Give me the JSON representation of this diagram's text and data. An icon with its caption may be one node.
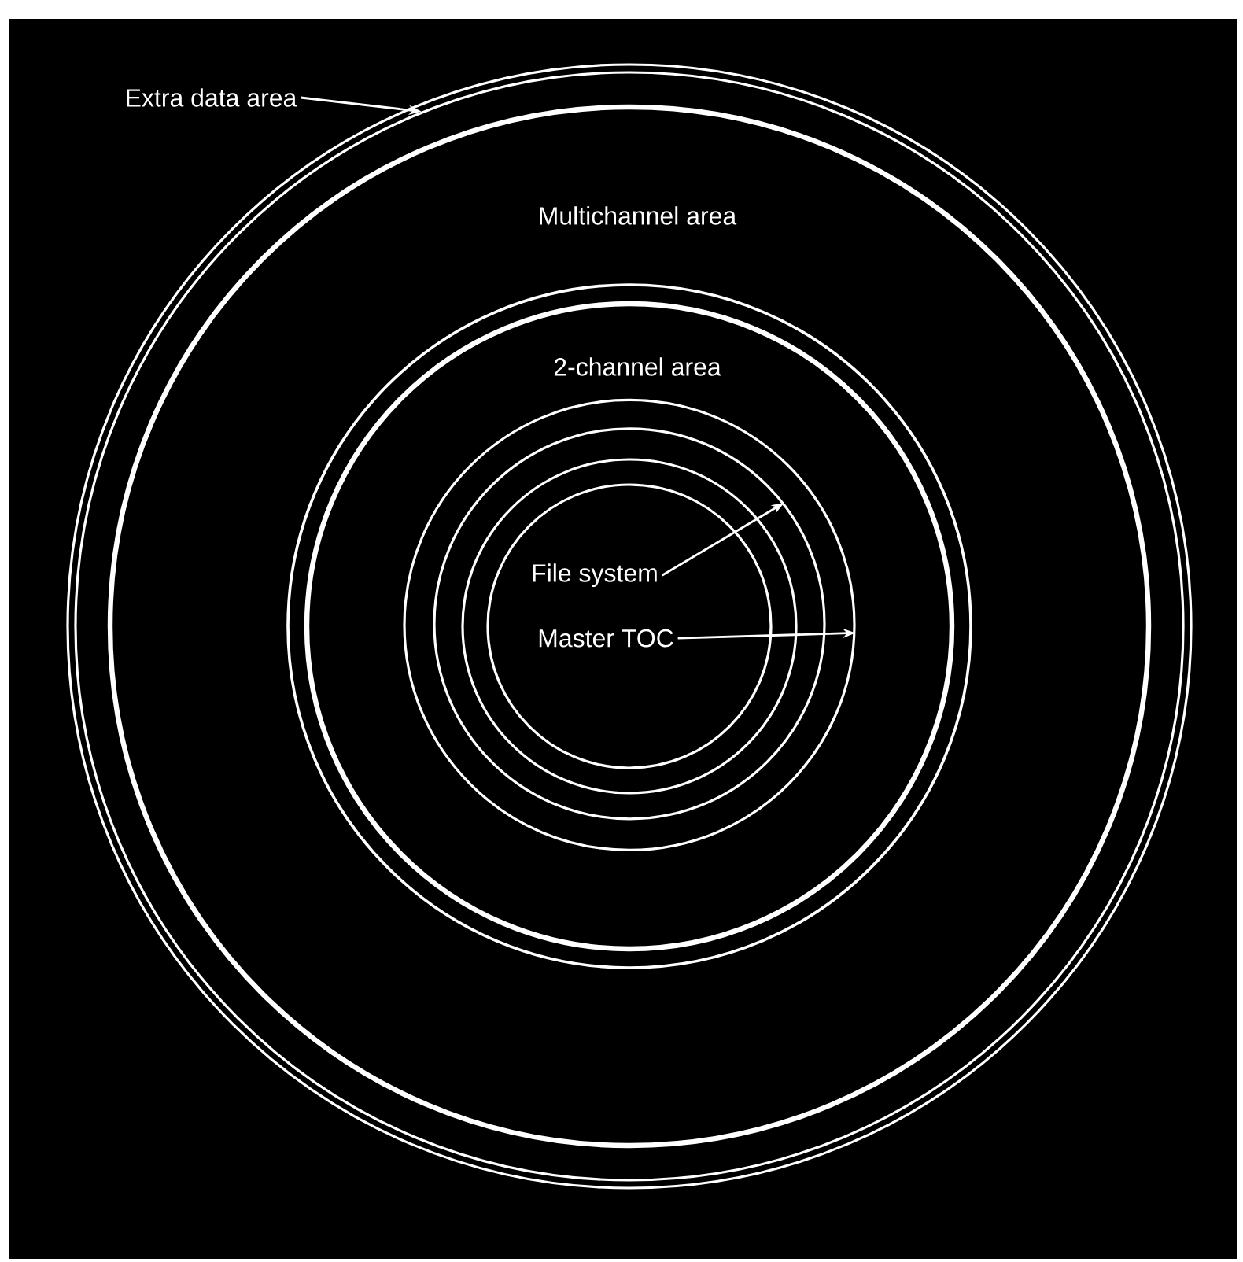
{
  "diagram": {
    "nodes": [
      {
        "text": [
          "Extra data area"
        ]
      },
      {
        "text": [],
        "shape": "circle"
      },
      {
        "text": [
          "File system"
        ],
        "in": 3
      },
      {
        "text": [],
        "shape": "circle",
        "in": 5
      },
      {
        "text": [
          "Master TOC"
        ],
        "in": 3
      },
      {
        "text": [],
        "shape": "circle",
        "in": 1
      }
    ],
    "edges": [
      {
        "from": 0,
        "to": 1,
        "arrow": "to"
      },
      {
        "from": 2,
        "to": 3,
        "arrow": "to"
      },
      {
        "from": 4,
        "to": 5,
        "arrow": "to"
      }
    ],
    "labels": [
      "Multichannel area",
      "2-channel area"
    ]
  }
}
